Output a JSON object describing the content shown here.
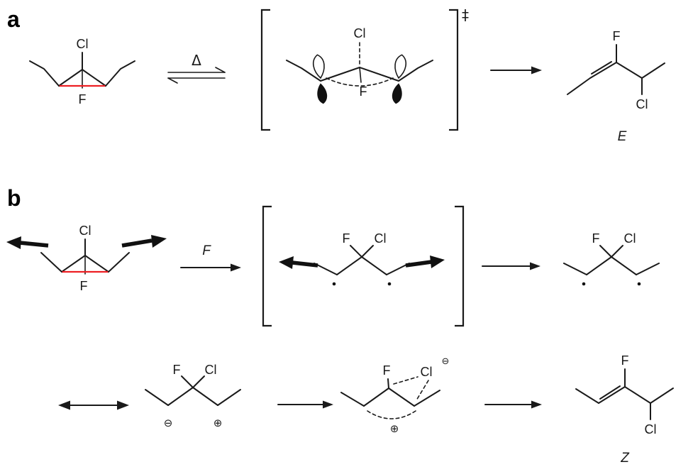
{
  "scheme": {
    "panel_a": {
      "label": "a",
      "condition": "Δ",
      "ts_symbol": "‡",
      "product_label": "E"
    },
    "panel_b": {
      "label": "b",
      "condition": "F",
      "product_label": "Z"
    },
    "atoms": {
      "chlorine": "Cl",
      "fluorine": "F"
    },
    "charges": {
      "minus": "⊖",
      "plus": "⊕"
    }
  },
  "colors": {
    "bond": "#1a1a1a",
    "highlight_bond": "#ed2024",
    "background": "#ffffff"
  }
}
